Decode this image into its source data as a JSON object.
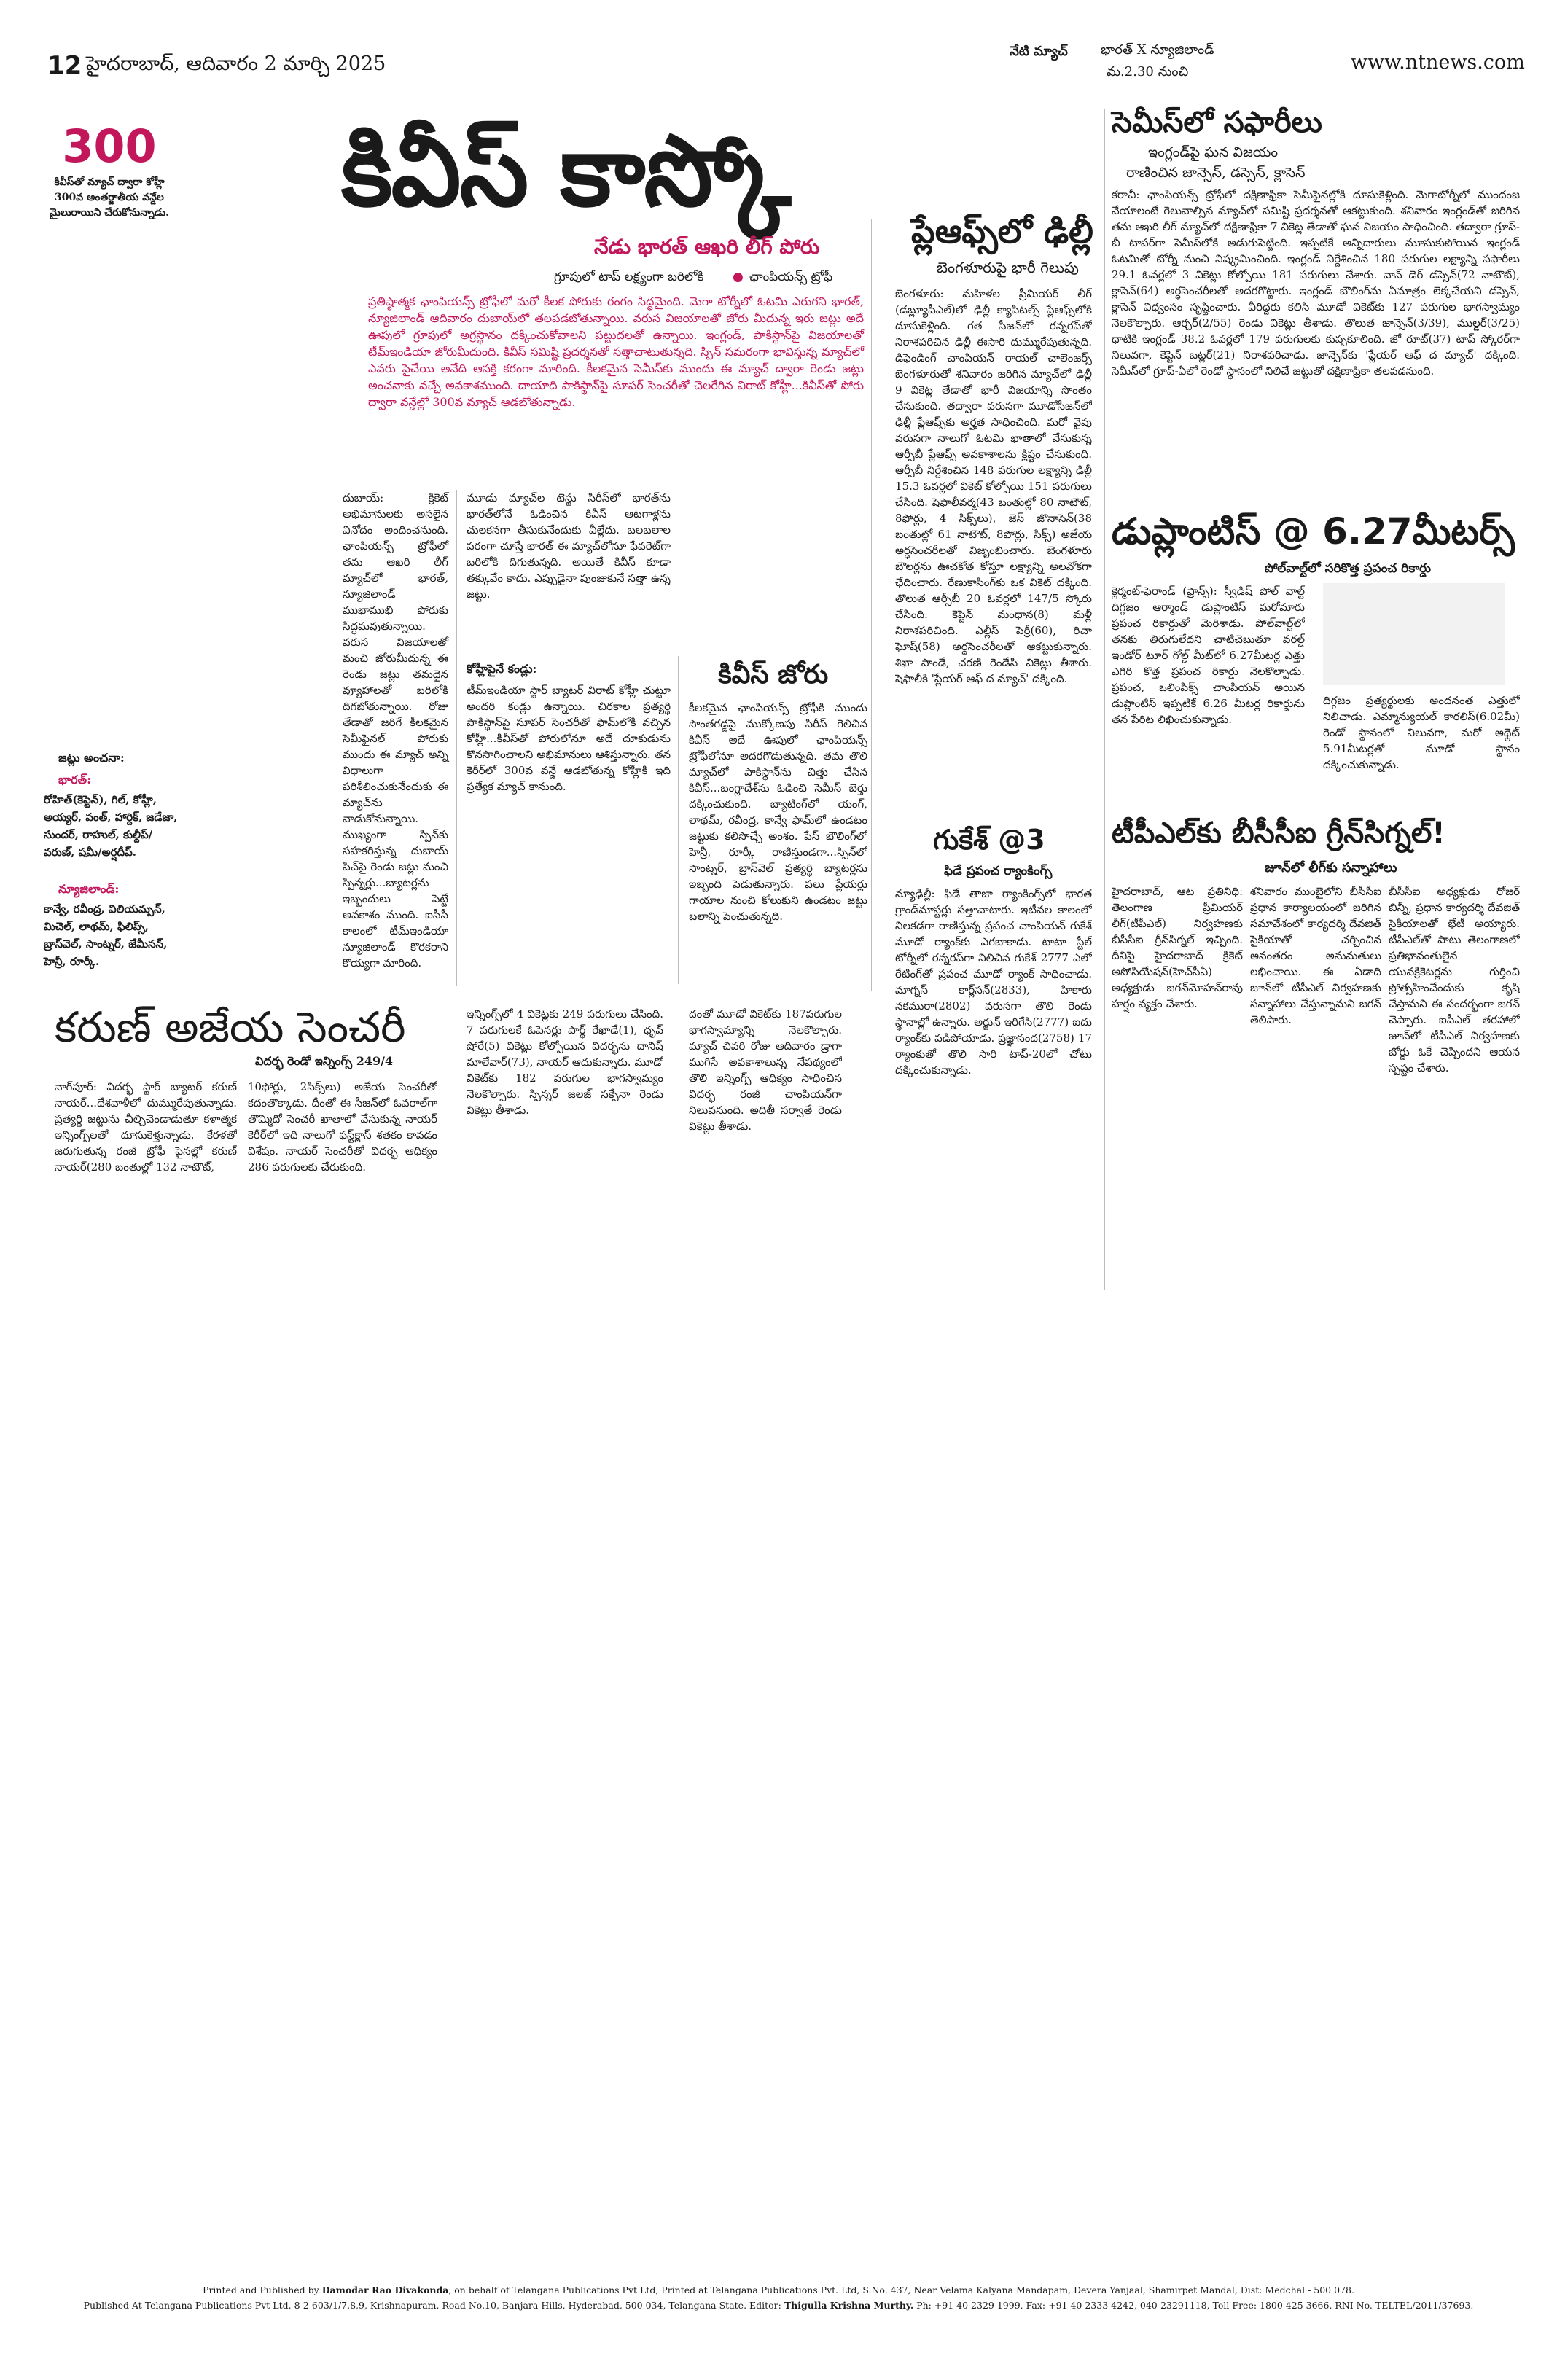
{
  "header": {
    "page_number": "12",
    "date_line": "హైదరాబాద్, ఆదివారం 2 మార్చి 2025",
    "today_label": "నేటి మ్యాచ్",
    "match_teams": "భారత్ X న్యూజిలాండ్",
    "match_time": "మ.2.30 నుంచి",
    "website": "www.ntnews.com"
  },
  "sidebar_300": {
    "number": "300",
    "text": "కివీస్‌తో మ్యాచ్ ద్వారా కోహ్లీ 300వ అంతర్జాతీయ వన్డేల మైలురాయిని చేరుకోనున్నాడు."
  },
  "main_story": {
    "headline": "కివీస్ కాస్కో",
    "subhead": "నేడు భారత్ ఆఖరి లీగ్ పోరు",
    "kicker_left": "గ్రూపులో టాప్ లక్ష్యంగా బరిలోకి",
    "kicker_right": "ఛాంపియన్స్ ట్రోఫీ",
    "lead": "ప్రతిష్ఠాత్మక ఛాంపియన్స్ ట్రోఫీలో మరో కీలక పోరుకు రంగం సిద్ధమైంది. మెగా టోర్నీలో ఓటమి ఎరుగని భారత్, న్యూజిలాండ్ ఆదివారం దుబాయ్‌లో తలపడబోతున్నాయి. వరుస విజయాలతో జోరు మీదున్న ఇరు జట్లు అదే ఊపులో గ్రూపులో అగ్రస్థానం దక్కించుకోవాలని పట్టుదలతో ఉన్నాయి. ఇంగ్లండ్, పాకిస్థాన్‌పై విజయాలతో టీమ్‌ఇండియా జోరుమీదుంది. కివీస్ సమిష్టి ప్రదర్శనతో సత్తాచాటుతున్నది. స్పిన్ సమరంగా భావిస్తున్న మ్యాచ్‌లో ఎవరు పైచేయి అనేది ఆసక్తి కరంగా మారింది. కీలకమైన సెమీస్‌కు ముందు ఈ మ్యాచ్ ద్వారా రెండు జట్లు అంచనాకు వచ్చే అవకాశముంది. దాయాది పాకిస్థాన్‌పై సూపర్ సెంచరీతో చెలరేగిన విరాట్ కోహ్లీ...కివీస్‌తో పోరు ద్వారా వన్డేల్లో 300వ మ్యాచ్ ఆడబోతున్నాడు.",
    "col1": "దుబాయ్: క్రికెట్ అభిమానులకు అసలైన వినోదం అందించనుంది. ఛాంపియన్స్ ట్రోఫీలో తమ ఆఖరి లీగ్ మ్యాచ్‌లో భారత్, న్యూజిలాండ్ ముఖాముఖి పోరుకు సిద్ధమవుతున్నాయి. వరుస విజయాలతో మంచి జోరుమీదున్న ఈ రెండు జట్లు తమదైన వ్యూహాలతో బరిలోకి దిగబోతున్నాయి. రోజు తేడాతో జరిగే కీలకమైన సెమీఫైనల్ పోరుకు ముందు ఈ మ్యాచ్ అన్ని విధాలుగా పరిశీలించుకునేందుకు ఈ మ్యాచ్‌ను వాడుకోనున్నాయి. ముఖ్యంగా స్పిన్‌కు సహకరిస్తున్న దుబాయ్ పిచ్‌పై రెండు జట్లు మంచి స్పిన్నర్లు...బ్యాటర్లను ఇబ్బందులు పెట్టే అవకాశం ముంది. ఐసీసీ కాలంలో టీమ్‌ఇండియా న్యూజిలాండ్ కొరకరాని కొయ్యగా మారింది.",
    "col2": "మూడు మ్యాచ్‌ల టెస్టు సిరీస్‌లో భారత్‌ను భారత్‌లోనే ఓడించిన కివీస్ ఆటగాళ్లను చులకనగా తీసుకునేందుకు వీల్లేదు. బలబలాల పరంగా చూస్తే భారత్ ఈ మ్యాచ్‌లోనూ ఫేవరెట్‌గా బరిలోకి దిగుతున్నది. అయితే కివీస్ కూడా తక్కువేం కాదు. ఎప్పుడైనా పుంజుకునే సత్తా ఉన్న జట్టు.",
    "kohli_subhead": "కోహ్లీపైనే కండ్లు:",
    "col2b": "టీమ్‌ఇండియా స్టార్ బ్యాటర్ విరాట్ కోహ్లీ చుట్టూ అందరి కండ్లు ఉన్నాయి. చిరకాల ప్రత్యర్థి పాకిస్థాన్‌పై సూపర్ సెంచరీతో ఫామ్‌లోకి వచ్చిన కోహ్లీ...కివీస్‌తో పోరులోనూ అదే దూకుడును కొనసాగించాలని అభిమానులు ఆశిస్తున్నారు. తన కెరీర్‌లో 300వ వన్డే ఆడబోతున్న కోహ్లీకి ఇది ప్రత్యేక మ్యాచ్ కానుంది."
  },
  "squads": {
    "title": "జట్లు అంచనా:",
    "india_label": "భారత్:",
    "india": "రోహిత్(కెప్టెన్), గిల్, కోహ్లీ, అయ్యర్, పంత్, హార్దిక్, జడేజా, సుందర్, రాహుల్, కుల్దీప్/వరుణ్, షమీ/అర్షదీప్.",
    "nz_label": "న్యూజిలాండ్:",
    "nz": "కాన్వే, రవీంద్ర, విలియమ్సన్, మిచెల్, లాథమ్, ఫిలిప్స్, బ్రాస్‌వెల్, సాంట్నర్, జేమీసన్, హెన్రీ, రూర్కీ."
  },
  "kiwis_joru": {
    "headline": "కివీస్ జోరు",
    "text": "కీలకమైన ఛాంపియన్స్ ట్రోఫీకి ముందు సొంతగడ్డపై ముక్కోణపు సిరీస్ గెలిచిన కివీస్ అదే ఊపులో ఛాంపియన్స్ ట్రోఫీలోనూ అదరగొడుతున్నది. తమ తొలి మ్యాచ్‌లో పాకిస్థాన్‌ను చిత్తు చేసిన కివీస్...బంగ్లాదేశ్‌ను ఓడించి సెమీస్ బెర్తు దక్కించుకుంది. బ్యాటింగ్‌లో యంగ్, లాథమ్, రవీంద్ర, కాన్వే ఫామ్‌లో ఉండటం జట్టుకు కలిసొచ్చే అంశం. పేస్ బౌలింగ్‌లో హెన్రీ, రూర్కీ రాణిస్తుండగా...స్పిన్‌లో సాంట్నర్, బ్రాస్‌వెల్ ప్రత్యర్థి బ్యాటర్లను ఇబ్బంది పెడుతున్నారు. పలు ప్లేయర్లు గాయాల నుంచి కోలుకుని ఉండటం జట్టు బలాన్ని పెంచుతున్నది."
  },
  "delhi_story": {
    "headline": "ప్లేఆఫ్స్‌లో ఢిల్లీ",
    "subhead": "బెంగళూరుపై భారీ గెలుపు",
    "text": "బెంగళూరు: మహిళల ప్రీమియర్ లీగ్ (డబ్ల్యూపీఎల్)లో ఢిల్లీ క్యాపిటల్స్ ప్లేఆఫ్స్‌లోకి దూసుకెళ్లింది. గత సీజన్‌లో రన్నరప్‌తో నిరాశపరిచిన ఢిల్లీ ఈసారి దుమ్మురేపుతున్నది. డిఫెండింగ్ చాంపియన్ రాయల్ చాలెంజర్స్ బెంగళూరుతో శనివారం జరిగిన మ్యాచ్‌లో ఢిల్లీ 9 వికెట్ల తేడాతో భారీ విజయాన్ని సొంతం చేసుకుంది. తద్వారా వరుసగా మూడోసీజన్‌లో ఢిల్లీ ప్లేఆఫ్స్‌కు అర్హత సాధించింది. మరో వైపు వరుసగా నాలుగో ఓటమి ఖాతాలో వేసుకున్న ఆర్సీబీ ప్లేఆఫ్స్ అవకాశాలను క్లిష్టం చేసుకుంది. ఆర్సీబీ నిర్దేశించిన 148 పరుగుల లక్ష్యాన్ని ఢిల్లీ 15.3 ఓవర్లలో వికెట్ కోల్పోయి 151 పరుగులు చేసింది. షెఫాలీవర్మ(43 బంతుల్లో 80 నాటౌట్, 8ఫోర్లు, 4 సిక్స్‌లు), జెస్ జొనాసెన్(38 బంతుల్లో 61 నాటౌట్, 8ఫోర్లు, సిక్స్) అజేయ అర్ధసెంచరీలతో విజృంభించారు. బెంగళూరు బౌలర్లను ఊచకోత కోస్తూ లక్ష్యాన్ని అలవోకగా ఛేదించారు. రేణుకాసింగ్‌కు ఒక వికెట్ దక్కింది. తొలుత ఆర్సీబీ 20 ఓవర్లలో 147/5 స్కోరు చేసింది. కెప్టెన్ మంధాన(8) మళ్లీ నిరాశపరిచింది. ఎల్లీస్ పెర్రీ(60), రిచా ఘోష్(58) అర్ధసెంచరీలతో ఆకట్టుకున్నారు. శిఖా పాండే, చరణి రెండేసి వికెట్లు తీశారు. షెఫాలీకి 'ప్లేయర్ ఆఫ్ ద మ్యాచ్' దక్కింది."
  },
  "gukesh": {
    "headline": "గుకేశ్ @3",
    "subhead": "ఫిడే ప్రపంచ ర్యాంకింగ్స్",
    "text": "న్యూఢిల్లీ: ఫిడే తాజా ర్యాంకింగ్స్‌లో భారత గ్రాండ్‌మాస్టర్లు సత్తాచాటారు. ఇటీవల కాలంలో నిలకడగా రాణిస్తున్న ప్రపంచ చాంపియన్ గుకేశ్ మూడో ర్యాంక్‌కు ఎగబాకాడు. టాటా స్టీల్ టోర్నీలో రన్నరప్‌గా నిలిచిన గుకేశ్ 2777 ఎలో రేటింగ్‌తో ప్రపంచ మూడో ర్యాంక్ సాధించాడు. మాగ్నస్ కార్ల్‌సన్(2833), హికారు నకమురా(2802) వరుసగా తొలి రెండు స్థానాల్లో ఉన్నారు. అర్జున్ ఇరిగేసి(2777) ఐదు ర్యాంక్‌కు పడిపోయాడు. ప్రజ్ఞానంద(2758) 17 ర్యాంకుతో తొలి సారి టాప్-20లో చోటు దక్కించుకున్నాడు."
  },
  "karun": {
    "headline": "కరుణ్ అజేయ సెంచరీ",
    "subhead": "విదర్భ రెండో ఇన్నింగ్స్ 249/4",
    "text1": "నాగ్‌పూర్: విదర్భ స్టార్ బ్యాటర్ కరుణ్ నాయర్...దేశవాళీలో దుమ్మురేపుతున్నాడు. ప్రత్యర్థి జట్టును చీల్చిచెండాడుతూ కళాత్మక ఇన్నింగ్స్‌లతో దూసుకెళ్తున్నాడు. కేరళతో జరుగుతున్న రంజీ ట్రోఫీ ఫైనల్లో కరుణ్ నాయర్(280 బంతుల్లో 132 నాటౌట్,",
    "text2": "10ఫోర్లు, 2సిక్స్‌లు) అజేయ సెంచరీతో కదంతొక్కాడు. దీంతో ఈ సీజన్‌లో ఓవరాల్‌గా తొమ్మిదో సెంచరీ ఖాతాలో వేసుకున్న నాయర్ కెరీర్‌లో ఇది నాలుగో ఫస్ట్‌క్లాస్ శతకం కావడం విశేషం. నాయర్ సెంచరీతో విదర్భ ఆధిక్యం 286 పరుగులకు చేరుకుంది.",
    "text3": "ఇన్నింగ్స్‌లో 4 వికెట్లకు 249 పరుగులు చేసింది. 7 పరుగులకే ఓపెనర్లు పార్థ్ రేఖాడే(1), ధృవ్ షోరే(5) వికెట్లు కోల్పోయిన విదర్భను దానిష్ మాలేవార్(73), నాయర్ ఆదుకున్నారు. మూడో వికెట్‌కు 182 పరుగుల భాగస్వామ్యం నెలకొల్పారు. స్పిన్నర్ జలజ్ సక్సేనా రెండు వికెట్లు తీశాడు.",
    "text4": "దంతో మూడో వికెట్‌కు 187పరుగుల భాగస్వామ్యాన్ని నెలకొల్పారు. మ్యాచ్ చివరి రోజు ఆదివారం డ్రాగా ముగిసే అవకాశాలున్న నేపథ్యంలో తొలి ఇన్నింగ్స్ ఆధిక్యం సాధించిన విదర్భ రంజీ చాంపియన్‌గా నిలువనుంది. అదితీ సర్వాతే రెండు వికెట్లు తీశాడు."
  },
  "semis": {
    "headline": "సెమీస్‌లో సఫారీలు",
    "subhead": "ఇంగ్లండ్‌పై ఘన విజయం",
    "kicker": "రాణించిన జాన్సెన్, డస్సెన్, క్లాసెన్",
    "text": "కరాచీ: ఛాంపియన్స్ ట్రోఫీలో దక్షిణాఫ్రికా సెమీఫైనల్లోకి దూసుకెళ్లింది. మెగాటోర్నీలో ముందంజ వేయాలంటే గెలువాల్సిన మ్యాచ్‌లో సమిష్టి ప్రదర్శనతో ఆకట్టుకుంది. శనివారం ఇంగ్లండ్‌తో జరిగిన తమ ఆఖరి లీగ్ మ్యాచ్‌లో దక్షిణాఫ్రికా 7 వికెట్ల తేడాతో ఘన విజయం సాధించింది. తద్వారా గ్రూప్-బీ టాపర్‌గా సెమీస్‌లోకి అడుగుపెట్టింది. ఇప్పటికే అన్నిదారులు మూసుకుపోయిన ఇంగ్లండ్ ఓటమితో టోర్నీ నుంచి నిష్క్రమించింది. ఇంగ్లండ్ నిర్దేశించిన 180 పరుగుల లక్ష్యాన్ని సఫారీలు 29.1 ఓవర్లలో 3 వికెట్లు కోల్పోయి 181 పరుగులు చేశారు. వాన్ డెర్ డస్సెన్(72 నాటౌట్), క్లాసెన్(64) అర్ధసెంచరీలతో అదరగొట్టారు. ఇంగ్లండ్ బౌలింగ్‌ను ఏమాత్రం లెక్కచేయని డస్సెన్, క్లాసెన్ విధ్వంసం సృష్టించారు. వీరిద్దరు కలిసి మూడో వికెట్‌కు 127 పరుగుల భాగస్వామ్యం నెలకొల్పారు. ఆర్చర్(2/55) రెండు వికెట్లు తీశాడు. తొలుత జాన్సెన్(3/39), ముల్డర్(3/25) ధాటికి ఇంగ్లండ్ 38.2 ఓవర్లలో 179 పరుగులకు కుప్పకూలింది. జో రూట్(37) టాప్ స్కోరర్‌గా నిలువగా, కెప్టెన్ బట్లర్(21) నిరాశపరిచాడు. జాన్సెన్‌కు 'ప్లేయర్ ఆఫ్ ద మ్యాచ్' దక్కింది. సెమీస్‌లో గ్రూప్-ఏలో రెండో స్థానంలో నిలిచే జట్టుతో దక్షిణాఫ్రికా తలపడనుంది."
  },
  "duplantis": {
    "headline": "డుప్లాంటిస్ @ 6.27మీటర్స్",
    "subhead": "పోల్‌వాల్ట్‌లో సరికొత్త ప్రపంచ రికార్డు",
    "text_left": "క్లెర్మంట్-ఫెరాండ్ (ఫ్రాన్స్): స్వీడిష్ పోల్ వాల్ట్ దిగ్గజం ఆర్మాండ్ డుప్లాంటిస్ మరోమారు ప్రపంచ రికార్డుతో మెరిశాడు. పోల్‌వాల్ట్‌లో తనకు తిరుగులేదని చాటిచెబుతూ వరల్డ్ ఇండోర్ టూర్ గోల్డ్ మీట్‌లో 6.27మీటర్ల ఎత్తు ఎగిరి కొత్త ప్రపంచ రికార్డు నెలకొల్పాడు. ప్రపంచ, ఒలింపిక్స్ చాంపియన్ అయిన డుప్లాంటిస్ ఇప్పటికే 6.26 మీటర్ల రికార్డును తన పేరిట లిఖించుకున్నాడు.",
    "text_right": "దిగ్గజం ప్రత్యర్థులకు అందనంత ఎత్తులో నిలిచాడు. ఎమ్మాన్యుయల్ కారలిస్(6.02మీ) రెండో స్థానంలో నిలువగా, మరో అథ్లెట్ 5.91మీటర్లతో మూడో స్థానం దక్కించుకున్నాడు."
  },
  "tpl": {
    "headline": "టీపీఎల్‌కు బీసీసీఐ గ్రీన్‌సిగ్నల్!",
    "subhead": "జూన్‌లో లీగ్‌కు సన్నాహాలు",
    "col1": "హైదరాబాద్, ఆట ప్రతినిధి: తెలంగాణ ప్రీమియర్ లీగ్(టీపీఎల్) నిర్వహణకు బీసీసీఐ గ్రీన్‌సిగ్నల్ ఇచ్చింది. దీనిపై హైదరాబాద్ క్రికెట్ అసోసియేషన్(హెచ్‌సీఏ) అధ్యక్షుడు జగన్‌మోహన్‌రావు హర్షం వ్యక్తం చేశారు.",
    "col2": "శనివారం ముంబైలోని బీసీసీఐ ప్రధాన కార్యాలయంలో జరిగిన సమావేశంలో కార్యదర్శి దేవజిత్ సైకియాతో చర్చించిన అనంతరం అనుమతులు లభించాయి. ఈ ఏడాది జూన్‌లో టీపీఎల్ నిర్వహణకు సన్నాహాలు చేస్తున్నామని జగన్ తెలిపారు.",
    "col3": "బీసీసీఐ అధ్యక్షుడు రోజర్ బిన్నీ, ప్రధాన కార్యదర్శి దేవజిత్ సైకియాలతో భేటీ అయ్యారు. టీపీఎల్‌తో పాటు తెలంగాణలో ప్రతిభావంతులైన యువక్రికెటర్లను గుర్తించి ప్రోత్సహించేందుకు కృషి చేస్తామని ఈ సందర్భంగా జగన్ చెప్పారు. ఐపీఎల్ తరహాలో జూన్‌లో టీపీఎల్ నిర్వహణకు బోర్డు ఓకే చెప్పిందని ఆయన స్పష్టం చేశారు."
  },
  "footer": {
    "line1_prefix": "Printed and Published by",
    "line1_name": "Damodar Rao Divakonda",
    "line1_rest": ", on behalf of Telangana Publications Pvt Ltd, Printed at Telangana Publications Pvt. Ltd, S.No. 437, Near Velama Kalyana Mandapam, Devera Yanjaal, Shamirpet Mandal, Dist: Medchal - 500 078.",
    "line2_prefix": "Published At Telangana Publications Pvt Ltd. 8-2-603/1/7,8,9, Krishnapuram, Road No.10, Banjara Hills, Hyderabad, 500 034, Telangana State.   Editor:",
    "line2_name": "Thigulla Krishna Murthy.",
    "line2_rest": " Ph: +91 40 2329 1999, Fax: +91 40 2333 4242, 040-23291118, Toll Free: 1800 425 3666. RNI No. TELTEL/2011/37693."
  }
}
